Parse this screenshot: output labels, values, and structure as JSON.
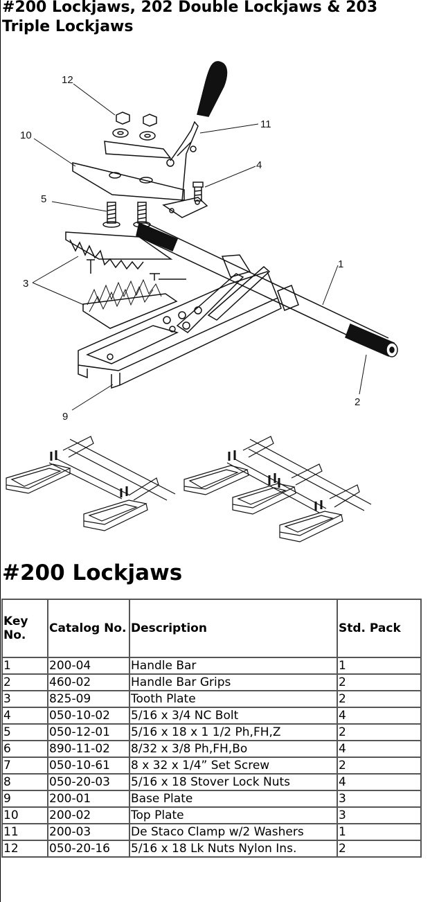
{
  "title": "#200 Lockjaws, 202 Double Lockjaws & 203 Triple Lockjaws",
  "figure": {
    "callouts": [
      "12",
      "10",
      "11",
      "4",
      "5",
      "3",
      "1",
      "2",
      "9"
    ]
  },
  "section_title": "#200 Lockjaws",
  "table": {
    "headers": [
      "Key No.",
      "Catalog No.",
      "Description",
      "Std. Pack"
    ],
    "rows": [
      [
        "1",
        "200-04",
        "Handle Bar",
        "1"
      ],
      [
        "2",
        "460-02",
        "Handle Bar Grips",
        "2"
      ],
      [
        "3",
        "825-09",
        "Tooth Plate",
        "2"
      ],
      [
        "4",
        "050-10-02",
        "5/16 x 3/4 NC Bolt",
        "4"
      ],
      [
        "5",
        "050-12-01",
        "5/16 x 18 x 1 1/2 Ph,FH,Z",
        "2"
      ],
      [
        "6",
        "890-11-02",
        "8/32 x 3/8 Ph,FH,Bo",
        "4"
      ],
      [
        "7",
        "050-10-61",
        "8 x 32 x 1/4” Set Screw",
        "2"
      ],
      [
        "8",
        "050-20-03",
        "5/16 x 18 Stover Lock Nuts",
        "4"
      ],
      [
        "9",
        "200-01",
        "Base Plate",
        "3"
      ],
      [
        "10",
        "200-02",
        "Top Plate",
        "3"
      ],
      [
        "11",
        "200-03",
        "De Staco Clamp w/2 Washers",
        "1"
      ],
      [
        "12",
        "050-20-16",
        "5/16 x 18 Lk Nuts Nylon Ins.",
        "2"
      ]
    ]
  }
}
